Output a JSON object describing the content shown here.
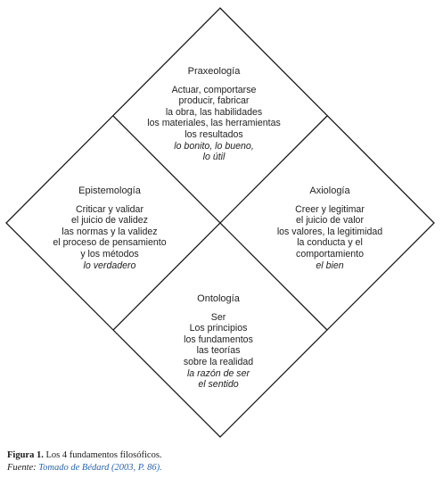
{
  "diagram": {
    "quadrants": {
      "top": {
        "title": "Praxeología",
        "lines": [
          "Actuar, comportarse",
          "producir, fabricar",
          "la obra, las habilidades",
          "los materiales, las herramientas",
          "los resultados"
        ],
        "italic": [
          "lo bonito, lo bueno,",
          "lo útil"
        ]
      },
      "left": {
        "title": "Epistemología",
        "lines": [
          "Criticar y validar",
          "el juicio de validez",
          "las normas y la validez",
          "el proceso de pensamiento",
          "y los métodos"
        ],
        "italic": [
          "lo verdadero"
        ]
      },
      "right": {
        "title": "Axiología",
        "lines": [
          "Creer y legitimar",
          "el juicio de valor",
          "los valores, la legitimidad",
          "la conducta y el",
          "comportamiento"
        ],
        "italic": [
          "el bien"
        ]
      },
      "bottom": {
        "title": "Ontología",
        "lines": [
          "Ser",
          "Los principios",
          "los fundamentos",
          "las teorías",
          "sobre la realidad"
        ],
        "italic": [
          "la razón de ser",
          "el sentido"
        ]
      }
    },
    "colors": {
      "stroke": "#1a1a1a",
      "text": "#1f1f1f",
      "link": "#2b63a8"
    }
  },
  "caption": {
    "label": "Figura 1.",
    "text": "Los 4 fundamentos filosóficos.",
    "source_label": "Fuente:",
    "source_ref": "Tomado de Bédard (2003, P. 86)."
  }
}
